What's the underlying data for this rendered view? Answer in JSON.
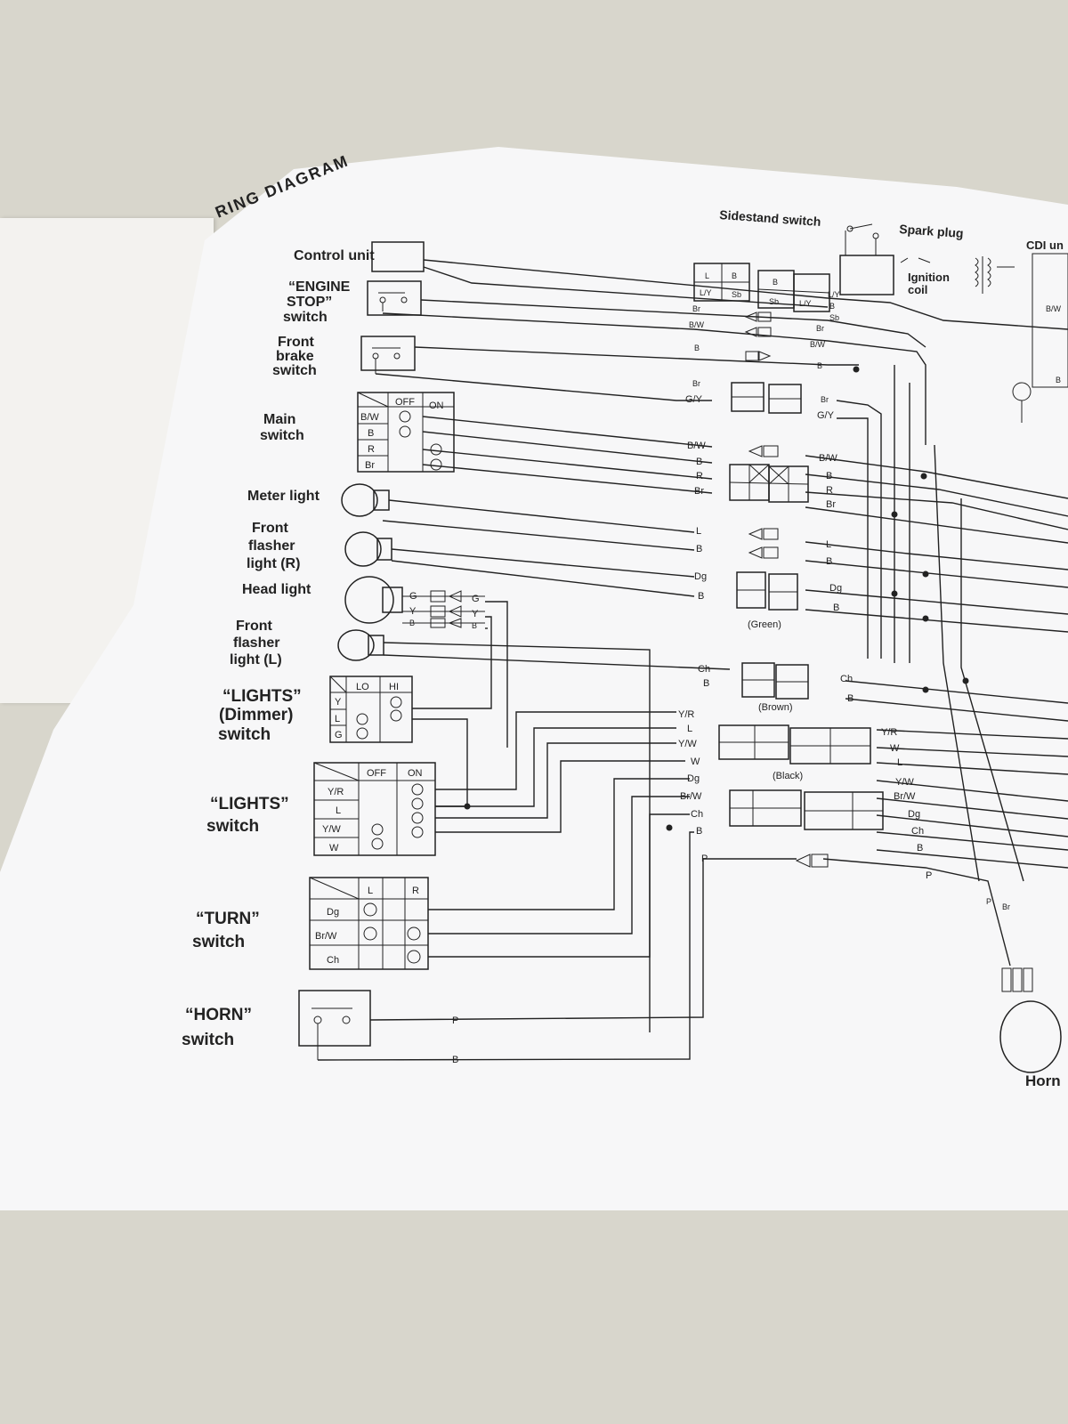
{
  "title": "RING DIAGRAM",
  "components": {
    "control_unit": "Control unit",
    "engine_stop": [
      "“ENGINE",
      "STOP”",
      "switch"
    ],
    "front_brake": [
      "Front",
      "brake",
      "switch"
    ],
    "main_switch": [
      "Main",
      "switch"
    ],
    "meter_light": "Meter light",
    "front_flasher_r": [
      "Front",
      "flasher",
      "light (R)"
    ],
    "head_light": "Head light",
    "front_flasher_l": [
      "Front",
      "flasher",
      "light (L)"
    ],
    "dimmer_switch": [
      "“LIGHTS”",
      "(Dimmer)",
      "switch"
    ],
    "lights_switch": [
      "“LIGHTS”",
      "switch"
    ],
    "turn_switch": [
      "“TURN”",
      "switch"
    ],
    "horn_switch": [
      "“HORN”",
      "switch"
    ],
    "sidestand_switch": "Sidestand switch",
    "spark_plug": "Spark plug",
    "ignition_coil": [
      "Ignition",
      "coil"
    ],
    "cdi_unit": "CDI un",
    "horn": "Horn"
  },
  "tables": {
    "main": {
      "cols": [
        "OFF",
        "ON"
      ],
      "rows": [
        "B/W",
        "B",
        "R",
        "Br"
      ]
    },
    "dimmer": {
      "cols": [
        "LO",
        "HI"
      ],
      "rows": [
        "Y",
        "L",
        "G"
      ]
    },
    "lights": {
      "cols": [
        "OFF",
        "ON"
      ],
      "rows": [
        "Y/R",
        "L",
        "Y/W",
        "W"
      ]
    },
    "turn": {
      "cols": [
        "L",
        "R"
      ],
      "rows": [
        "Dg",
        "Br/W",
        "Ch"
      ]
    }
  },
  "connectors": {
    "green": "(Green)",
    "brown": "(Brown)",
    "black": "(Black)"
  },
  "wire_labels": {
    "left": [
      "Br",
      "B/W",
      "B",
      "Br",
      "G/Y",
      "B/W",
      "B",
      "R",
      "Br",
      "L",
      "B",
      "Dg",
      "B",
      "Ch",
      "B",
      "Y/R",
      "L",
      "Y/W",
      "W",
      "Dg",
      "Br/W",
      "Ch",
      "B",
      "P",
      "P",
      "B"
    ],
    "right": [
      "L/Y",
      "B",
      "Sb",
      "Br",
      "B/W",
      "B",
      "Br",
      "G/Y",
      "B/W",
      "B",
      "R",
      "Br",
      "L",
      "B",
      "Dg",
      "B",
      "Ch",
      "B",
      "Y/R",
      "W",
      "L",
      "Y/W",
      "Br/W",
      "Dg",
      "Ch",
      "B",
      "P"
    ],
    "headlight": [
      "G",
      "Y",
      "B",
      "G",
      "Y",
      "B"
    ],
    "sidestand_pins": [
      "L",
      "B",
      "L/Y",
      "Sb",
      "B",
      "Sb",
      "L/Y"
    ],
    "bw_pins": [
      "B/W",
      "B"
    ],
    "horn_pins": [
      "P",
      "Br"
    ]
  }
}
